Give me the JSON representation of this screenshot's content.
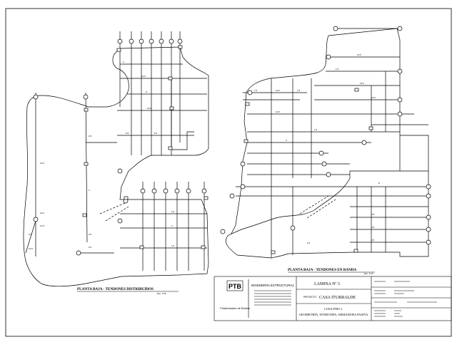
{
  "sheet": {
    "left_plan_title": "PLANTA BAJA  -  TENDONES DISTRIBUIDOS",
    "left_plan_scale": "Esc. 1:50",
    "right_plan_title": "PLANTA BAJA  -  TENDONES EN BANDA",
    "right_plan_scale": "Esc. 1:50"
  },
  "title_block": {
    "logo_text": "PTB",
    "logo_subtitle": "Postensados de Bolivia",
    "company_name": "INGENIERÍA ESTRUCTURAL",
    "lamina": "LAMINA Nº 3",
    "project_label": "PROYECTO",
    "project_name": "CASA ITURRALDE",
    "drawing_title_1": "LOSA PISO 1",
    "drawing_title_2": "GEOMETRÍA, TENDONES, ARMADURA PASIVA"
  }
}
